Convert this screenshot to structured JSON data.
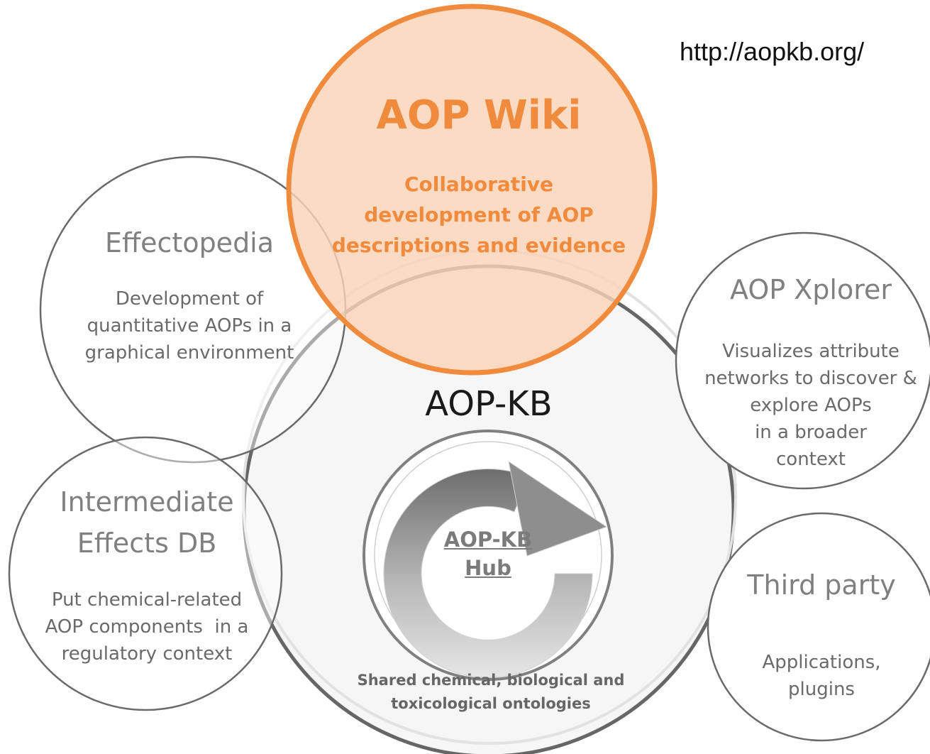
{
  "url": "http://aopkb.org/",
  "aop_wiki": {
    "title": "AOP Wiki",
    "desc": [
      "Collaborative",
      "development of AOP",
      "descriptions and evidence"
    ],
    "color": "#f08a3c"
  },
  "effectopedia": {
    "title": "Effectopedia",
    "desc": [
      "Development of",
      "quantitative AOPs in a",
      "graphical environment"
    ]
  },
  "aop_kb": {
    "title": "AOP-KB",
    "hub": [
      "AOP-KB",
      "Hub"
    ],
    "ontologies": [
      "Shared chemical, biological and",
      "toxicological ontologies"
    ]
  },
  "aop_xplorer": {
    "title": "AOP Xplorer",
    "desc": [
      "Visualizes attribute",
      "networks to discover &",
      "explore AOPs",
      "in a broader",
      "context"
    ]
  },
  "ieff_db": {
    "title": [
      "Intermediate",
      "Effects DB"
    ],
    "desc": [
      "Put chemical-related",
      "AOP components  in a",
      "regulatory context"
    ]
  },
  "third_party": {
    "title": "Third party",
    "desc": [
      "Applications,",
      "plugins"
    ]
  }
}
